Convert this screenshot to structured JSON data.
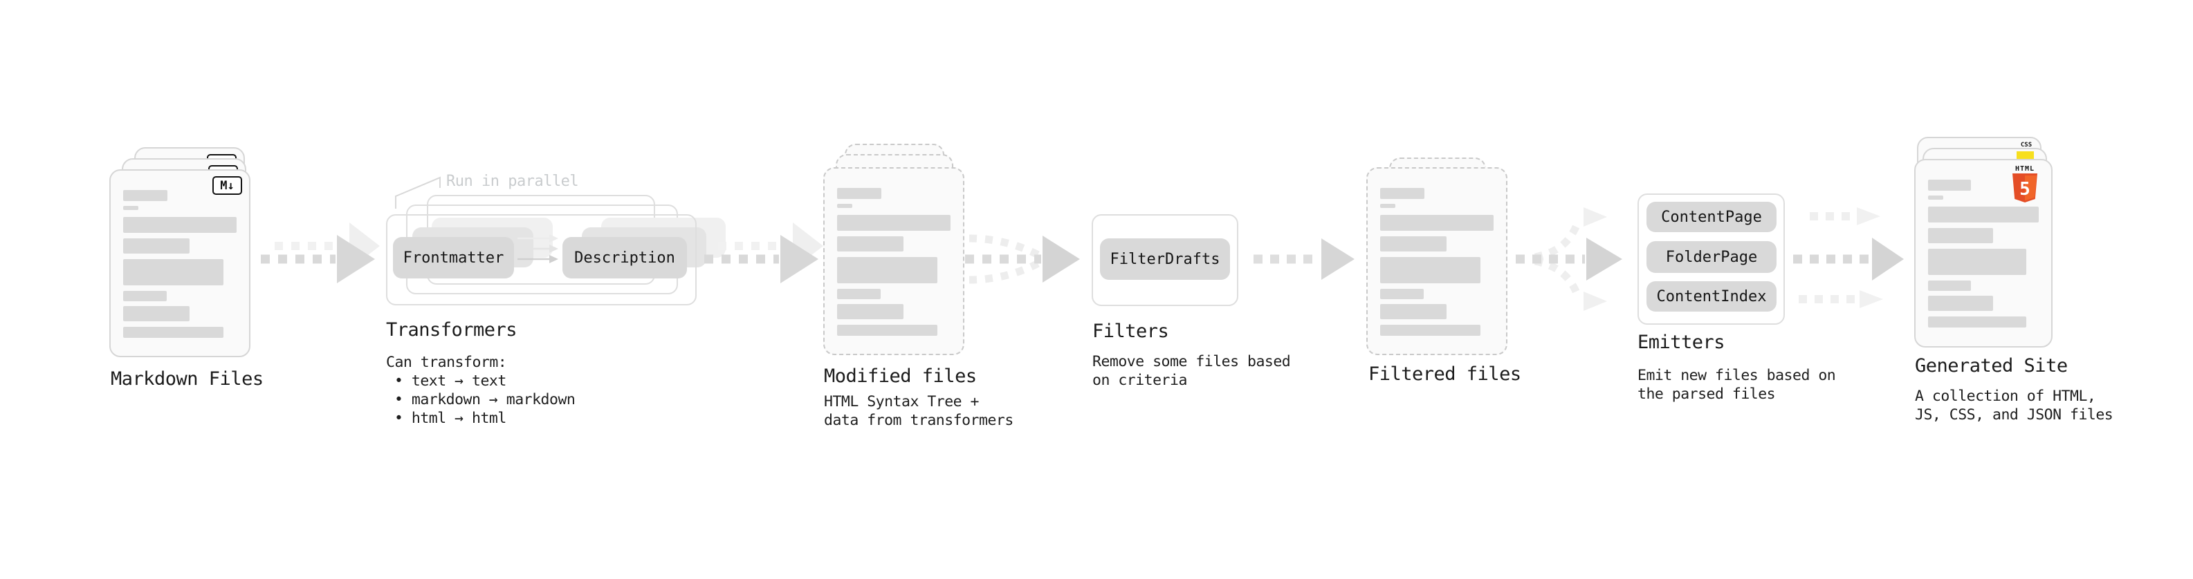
{
  "diagram_title_note": "static site generator pipeline",
  "stages": {
    "markdown": {
      "label": "Markdown Files",
      "badge": "M↓"
    },
    "transformers": {
      "label": "Transformers",
      "annotation": "Run in parallel",
      "pill_left": "Frontmatter",
      "pill_right": "Description",
      "caption": "Can transform:",
      "bullets": [
        "• text → text",
        "• markdown → markdown",
        "• html → html"
      ]
    },
    "modified": {
      "label": "Modified files",
      "caption_lines": [
        "HTML Syntax Tree +",
        "data from transformers"
      ]
    },
    "filters": {
      "label": "Filters",
      "pill": "FilterDrafts",
      "caption_lines": [
        "Remove some files based",
        "on criteria"
      ]
    },
    "filtered": {
      "label": "Filtered files"
    },
    "emitters": {
      "label": "Emitters",
      "pills": [
        "ContentPage",
        "FolderPage",
        "ContentIndex"
      ],
      "caption_lines": [
        "Emit new files based on",
        "the parsed files"
      ]
    },
    "generated": {
      "label": "Generated Site",
      "caption_lines": [
        "A collection of HTML,",
        "JS, CSS, and JSON files"
      ],
      "html5_text": "HTML",
      "html5_digit": "5",
      "css_text": "CSS"
    }
  },
  "colors": {
    "html5_orange": "#e44d26",
    "html5_orange_light": "#f16529",
    "js_yellow": "#f7df1e",
    "css_blue": "#2760e6",
    "placeholder_gray": "#d9d9d9",
    "arrow_gray": "#d6d6d6",
    "arrow_light": "#efefef",
    "annotation_gray": "#c9ccce"
  }
}
